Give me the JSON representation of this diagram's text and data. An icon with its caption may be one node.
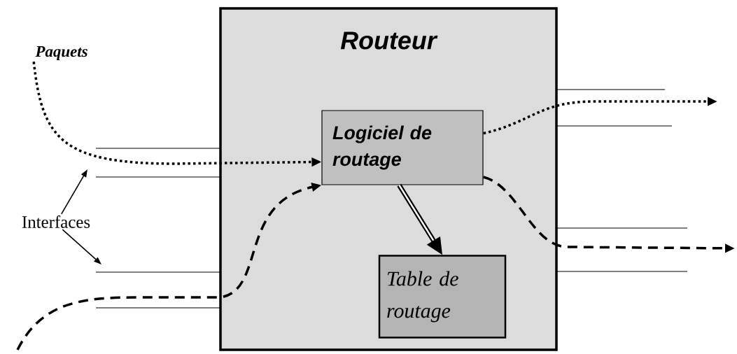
{
  "diagram": {
    "nodes": [
      {
        "text": [
          "Routeur"
        ]
      },
      {
        "text": [
          "Logiciel de routage"
        ],
        "in": 0
      },
      {
        "text": [
          "Table de routage"
        ],
        "in": 0
      },
      {
        "text": [
          "Paquets"
        ]
      },
      {
        "text": [
          "Interfaces"
        ]
      }
    ],
    "edges": [
      {
        "from": 3,
        "to": 1,
        "arrow": "to",
        "style": "dashed"
      },
      {
        "from": 1,
        "to": null,
        "arrow": "to",
        "style": "dashed"
      },
      {
        "from": null,
        "to": 1,
        "arrow": "to",
        "style": "dashed"
      },
      {
        "from": 1,
        "to": null,
        "arrow": "to",
        "style": "dashed"
      },
      {
        "from": 1,
        "to": 2,
        "arrow": "to",
        "style": "thick"
      },
      {
        "from": 4,
        "to": null,
        "arrow": "to"
      },
      {
        "from": 4,
        "to": null,
        "arrow": "to"
      }
    ]
  }
}
